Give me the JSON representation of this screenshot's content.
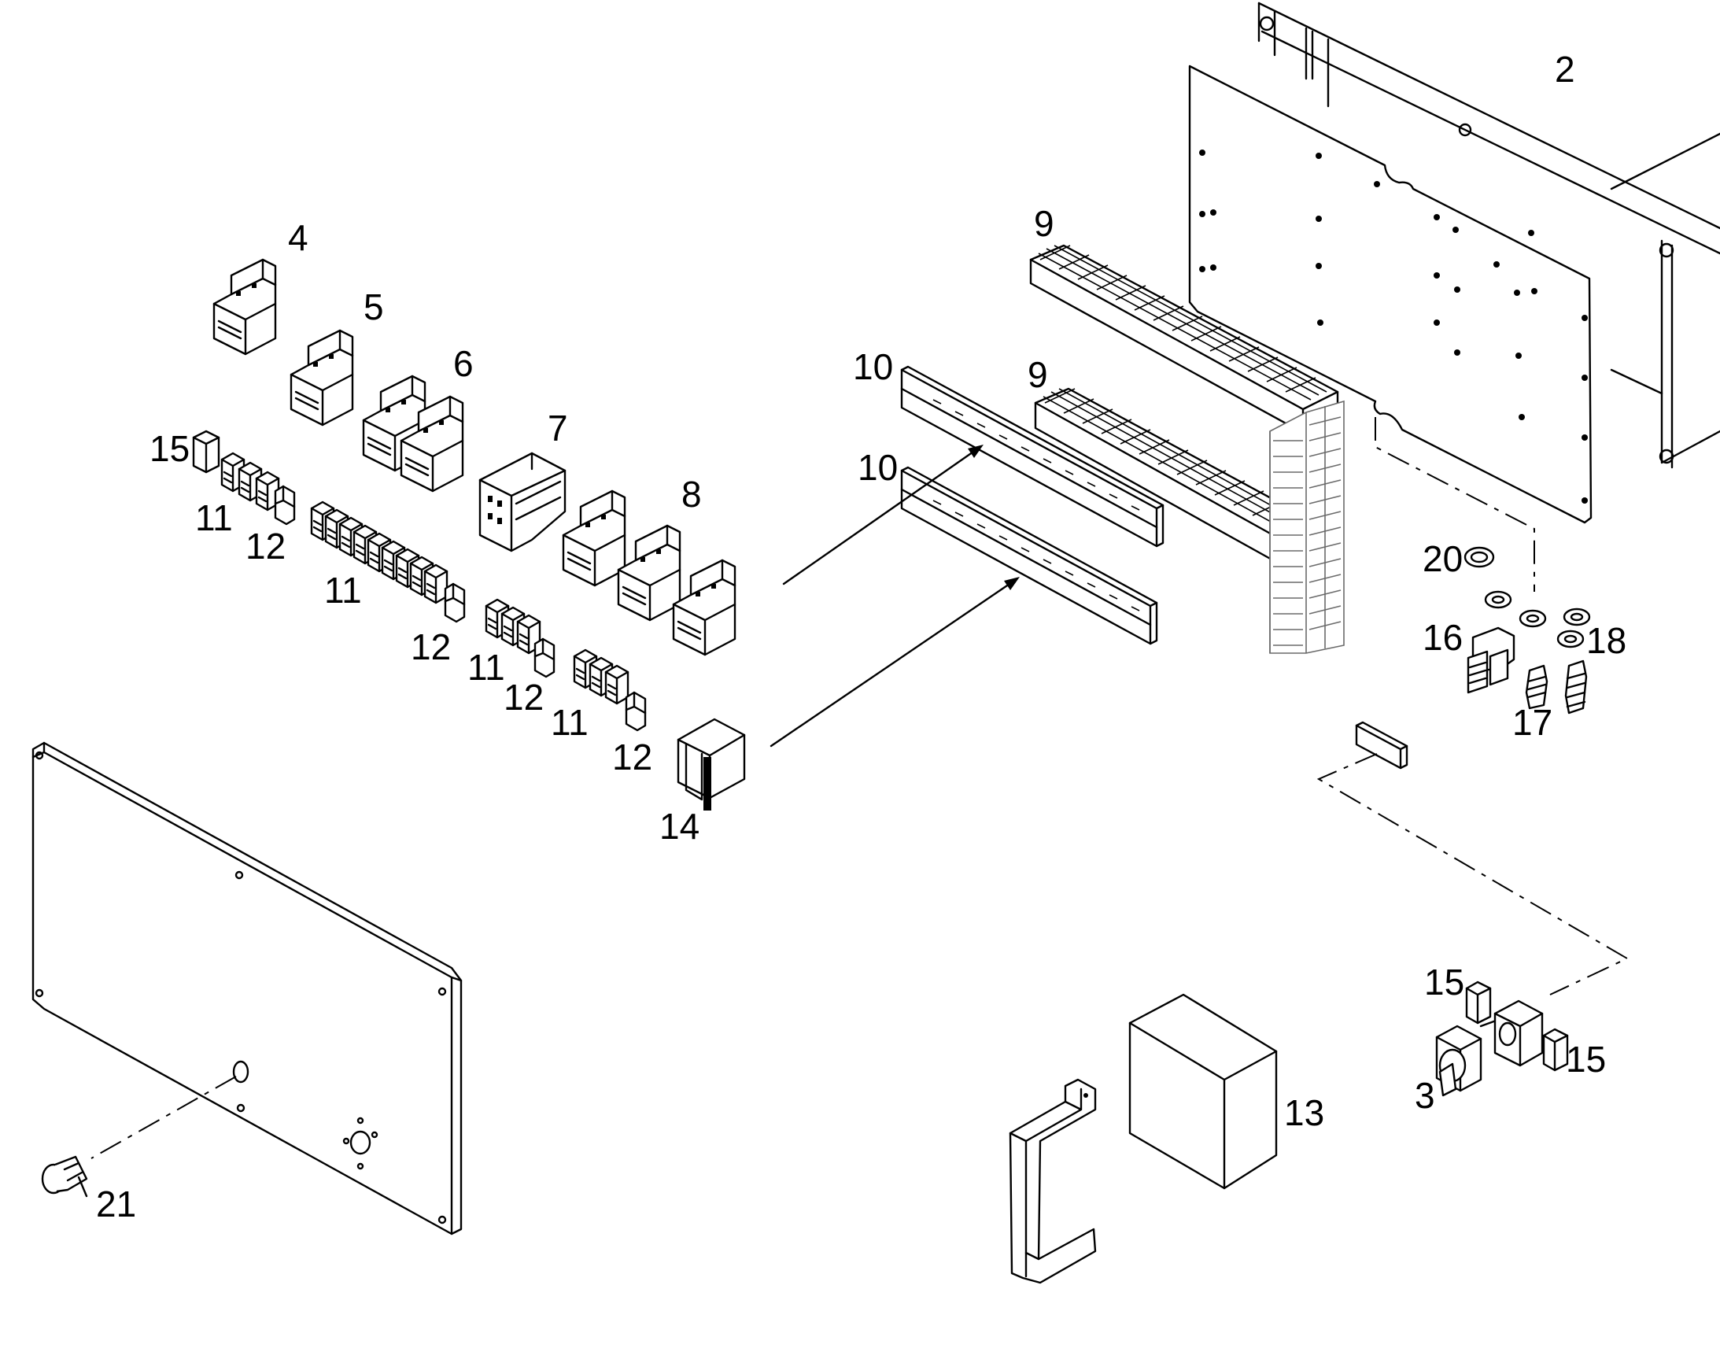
{
  "diagram": {
    "part_labels": [
      {
        "id": "p2",
        "text": "2"
      },
      {
        "id": "p3",
        "text": "3"
      },
      {
        "id": "p4",
        "text": "4"
      },
      {
        "id": "p5",
        "text": "5"
      },
      {
        "id": "p6",
        "text": "6"
      },
      {
        "id": "p7",
        "text": "7"
      },
      {
        "id": "p8",
        "text": "8"
      },
      {
        "id": "p9a",
        "text": "9"
      },
      {
        "id": "p9b",
        "text": "9"
      },
      {
        "id": "p10a",
        "text": "10"
      },
      {
        "id": "p10b",
        "text": "10"
      },
      {
        "id": "p11a",
        "text": "11"
      },
      {
        "id": "p11b",
        "text": "11"
      },
      {
        "id": "p11c",
        "text": "11"
      },
      {
        "id": "p11d",
        "text": "11"
      },
      {
        "id": "p12a",
        "text": "12"
      },
      {
        "id": "p12b",
        "text": "12"
      },
      {
        "id": "p12c",
        "text": "12"
      },
      {
        "id": "p12d",
        "text": "12"
      },
      {
        "id": "p13",
        "text": "13"
      },
      {
        "id": "p14",
        "text": "14"
      },
      {
        "id": "p15a",
        "text": "15"
      },
      {
        "id": "p15b",
        "text": "15"
      },
      {
        "id": "p15c",
        "text": "15"
      },
      {
        "id": "p16",
        "text": "16"
      },
      {
        "id": "p17",
        "text": "17"
      },
      {
        "id": "p18",
        "text": "18"
      },
      {
        "id": "p20",
        "text": "20"
      },
      {
        "id": "p21",
        "text": "21"
      }
    ]
  }
}
